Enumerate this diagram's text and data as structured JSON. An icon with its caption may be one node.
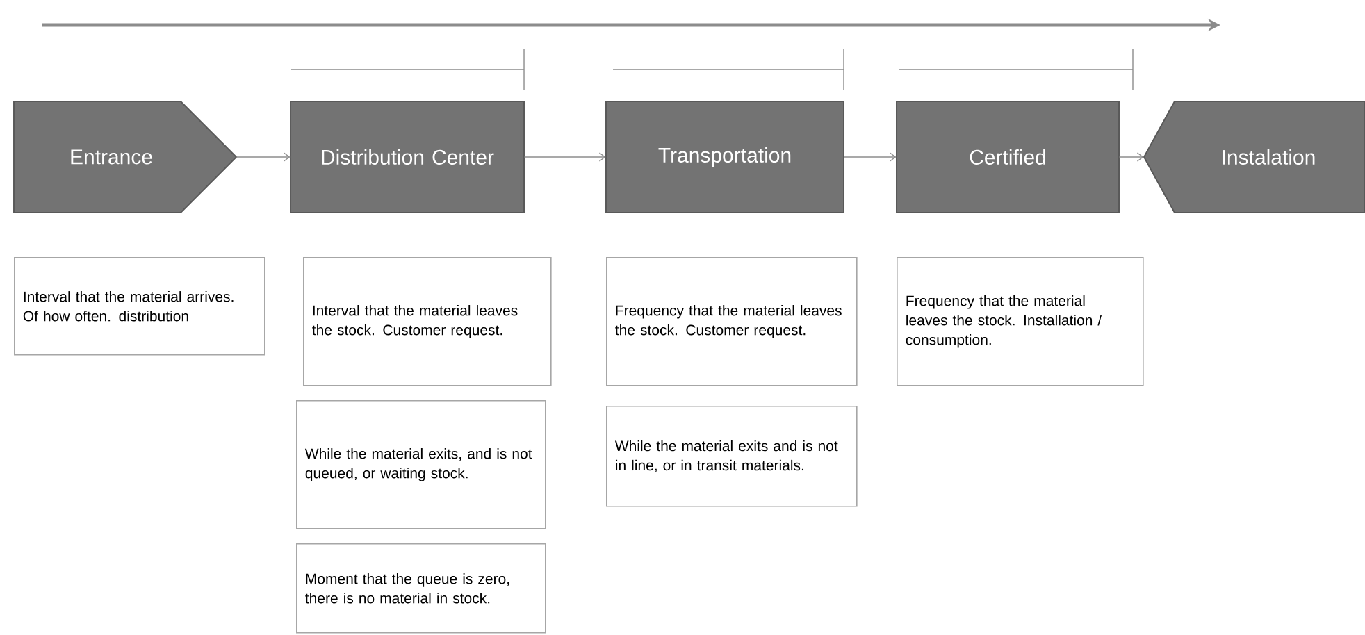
{
  "diagram": {
    "nodes": [
      {
        "text": [
          "Entrance"
        ]
      },
      {
        "text": [
          "Distribution Center"
        ]
      },
      {
        "text": [
          "Transportation"
        ]
      },
      {
        "text": [
          "Certified"
        ]
      },
      {
        "text": [
          "Instalation"
        ]
      },
      {
        "text": [
          "Interval that the material arrives. Of how often. distribution"
        ]
      },
      {
        "text": [
          "Interval that the material leaves the stock. Customer request."
        ]
      },
      {
        "text": [
          "While the material exits, and is not queued, or waiting stock."
        ]
      },
      {
        "text": [
          "Moment that the queue is zero, there is no material in stock."
        ]
      },
      {
        "text": [
          "Frequency that the material leaves the stock. Customer request."
        ]
      },
      {
        "text": [
          "While the material exits and is not in line, or in transit materials."
        ]
      },
      {
        "text": [
          "Frequency that the material leaves the stock. Installation / consumption."
        ]
      }
    ],
    "edges": [
      {
        "from": 0,
        "to": 1,
        "arrow": "to"
      },
      {
        "from": 1,
        "to": 2,
        "arrow": "to"
      },
      {
        "from": 2,
        "to": 3,
        "arrow": "to"
      },
      {
        "from": 3,
        "to": 4,
        "arrow": "to"
      }
    ]
  }
}
